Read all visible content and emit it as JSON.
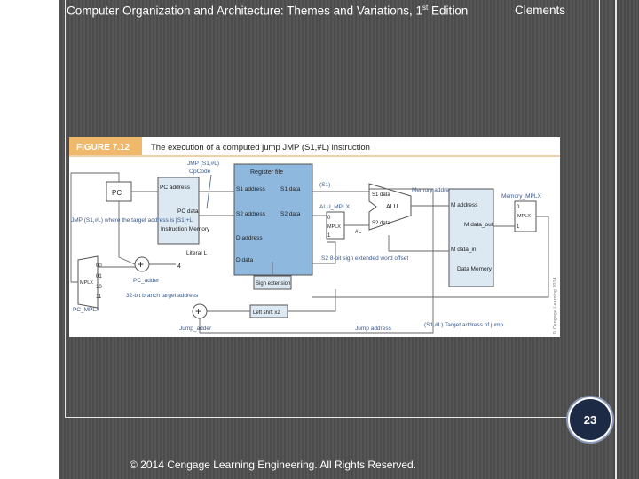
{
  "header": {
    "title_main": "Computer Organization and Architecture: Themes and Variations, 1",
    "title_sup": "st",
    "title_end": " Edition",
    "author": "Clements"
  },
  "footer": {
    "copyright": "© 2014 Cengage Learning Engineering. All Rights Reserved."
  },
  "page_number": "23",
  "figure": {
    "label": "FIGURE 7.12",
    "caption": "The execution of a computed jump JMP (S1,#L) instruction",
    "copyright_vertical": "© Cengage Learning 2014",
    "labels": {
      "opcode_note": "JMP (S1,#L)",
      "opcode": "OpCode",
      "register_file": "Register file",
      "pc": "PC",
      "pc_address": "PC address",
      "pc_data": "PC data",
      "s1_address": "S1 address",
      "s2_address": "S2 address",
      "d_address": "D address",
      "d_data": "D data",
      "s1_data": "S1 data",
      "s2_data": "S2 data",
      "instruction_memory": "Instruction Memory",
      "literal": "Literal L",
      "s1_reg": "(S1)",
      "alu_mplx": "ALU_MPLX",
      "mplx": "MPLX",
      "alu": "ALU",
      "s1_data_small": "S1 data",
      "s2_data_small": "S2 data",
      "hash_l": "#L",
      "memory_address": "Memory address",
      "memory_mplx": "Memory_MPLX",
      "m_address": "M address",
      "m_data_out": "M data_out",
      "m_data_in": "M data_in",
      "data_memory": "Data Memory",
      "sign_extension": "Sign extension",
      "s2_sign_note": "S2 8-bit sign extended word offset",
      "jmp_note": "JMP (S1,#L) where the target address is [S1]+L",
      "pc_adder": "PC_adder",
      "four": "4",
      "branch_note": "32-bit branch target address",
      "left_shift": "Left shift x2",
      "jump_adder": "Jump_adder",
      "jump_address": "Jump address",
      "target_note": "(S1,#L) Target address of jump",
      "pc_mplx": "PC_MPLX",
      "mux_00": "00",
      "mux_01": "01",
      "mux_10": "10",
      "mux_11": "11",
      "zero": "0",
      "one": "1"
    }
  }
}
